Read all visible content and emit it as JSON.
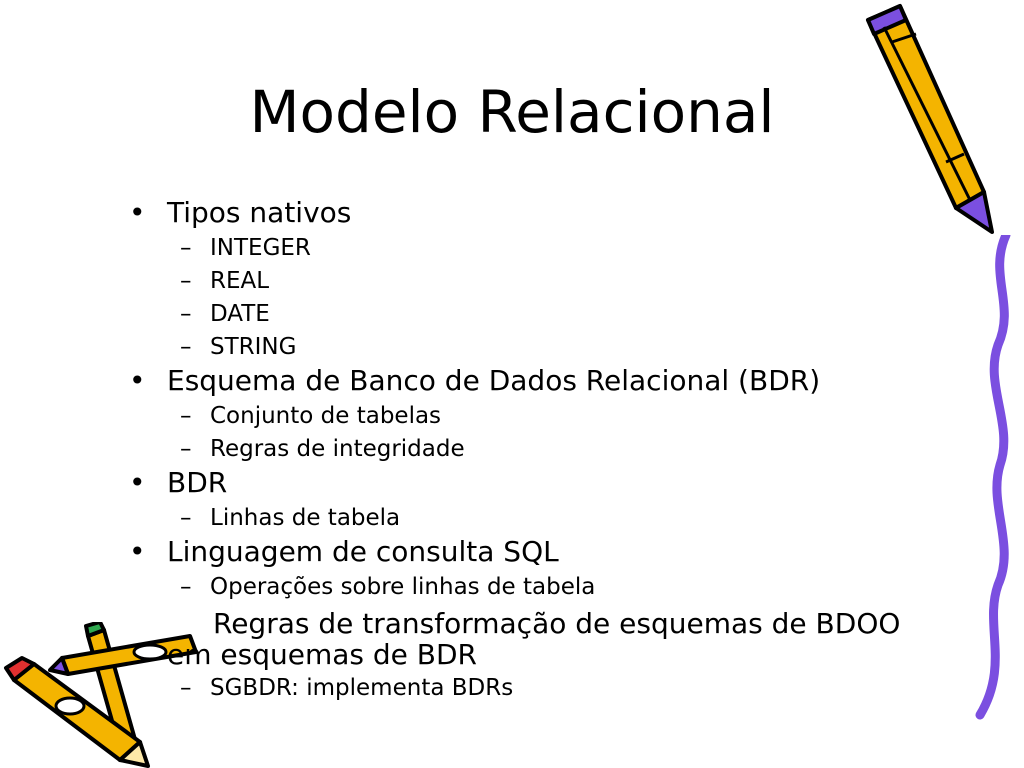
{
  "slide": {
    "title": "Modelo Relacional",
    "bullet_glyph": "•",
    "dash_glyph": "–",
    "items": [
      {
        "text": "Tipos nativos",
        "sub": [
          "INTEGER",
          "REAL",
          "DATE",
          "STRING"
        ]
      },
      {
        "text": "Esquema de Banco de Dados Relacional (BDR)",
        "sub": [
          "Conjunto de tabelas",
          "Regras de integridade"
        ]
      },
      {
        "text": "BDR",
        "sub": [
          "Linhas de tabela"
        ]
      },
      {
        "text": "Linguagem de consulta SQL",
        "sub": [
          "Operações sobre linhas de tabela"
        ]
      }
    ],
    "wrapped_item": {
      "line1": "Regras de transformação de esquemas de BDOO",
      "line2": "em esquemas de BDR",
      "sub": [
        "SGBDR: implementa BDRs"
      ]
    }
  },
  "colors": {
    "pencil_body": "#f4b400",
    "pencil_tip_purple": "#7b4fe0",
    "pencil_tip_red": "#e03030",
    "pencil_tip_green": "#2fa84f",
    "outline": "#000000"
  },
  "icons": {
    "top_right": "pencil-icon",
    "bottom_left": "pencils-bundle-icon",
    "right_edge": "squiggle-line-icon"
  }
}
